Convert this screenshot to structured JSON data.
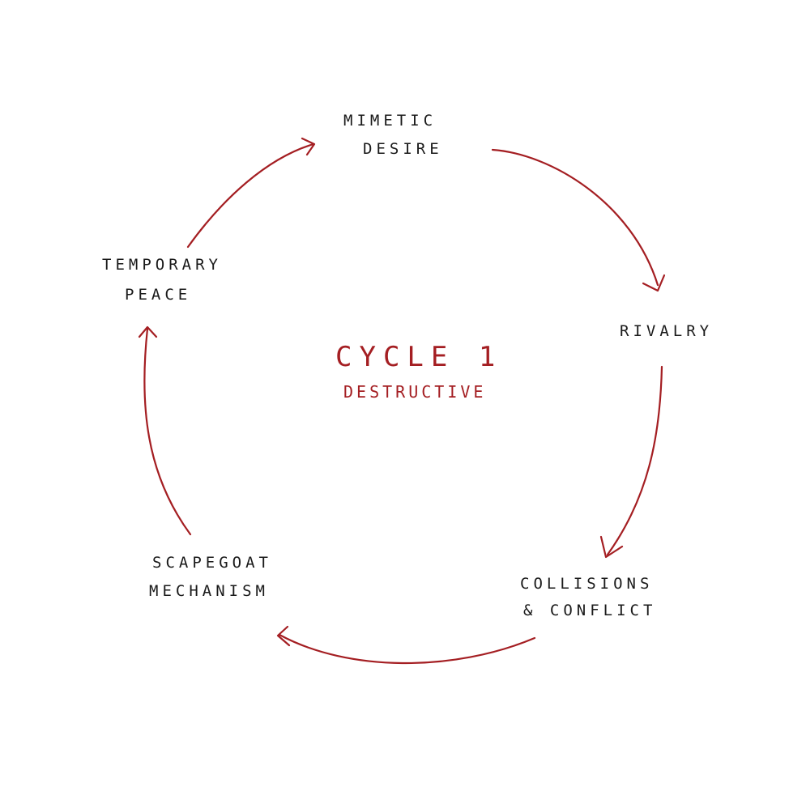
{
  "colors": {
    "ink": "#1a1a1a",
    "accent": "#a41e22",
    "background": "#ffffff"
  },
  "diagram": {
    "type": "cycle",
    "center": {
      "title": "CYCLE 1",
      "subtitle": "DESTRUCTIVE"
    },
    "nodes": [
      {
        "id": "mimetic-desire",
        "lines": [
          "MIMETIC",
          "DESIRE"
        ]
      },
      {
        "id": "rivalry",
        "lines": [
          "RIVALRY"
        ]
      },
      {
        "id": "collisions-conflict",
        "lines": [
          "COLLISIONS",
          "& CONFLICT"
        ]
      },
      {
        "id": "scapegoat-mechanism",
        "lines": [
          "SCAPEGOAT",
          "MECHANISM"
        ]
      },
      {
        "id": "temporary-peace",
        "lines": [
          "TEMPORARY",
          "PEACE"
        ]
      }
    ],
    "edges": [
      {
        "from": "mimetic-desire",
        "to": "rivalry"
      },
      {
        "from": "rivalry",
        "to": "collisions-conflict"
      },
      {
        "from": "collisions-conflict",
        "to": "scapegoat-mechanism"
      },
      {
        "from": "scapegoat-mechanism",
        "to": "temporary-peace"
      },
      {
        "from": "temporary-peace",
        "to": "mimetic-desire"
      }
    ]
  }
}
